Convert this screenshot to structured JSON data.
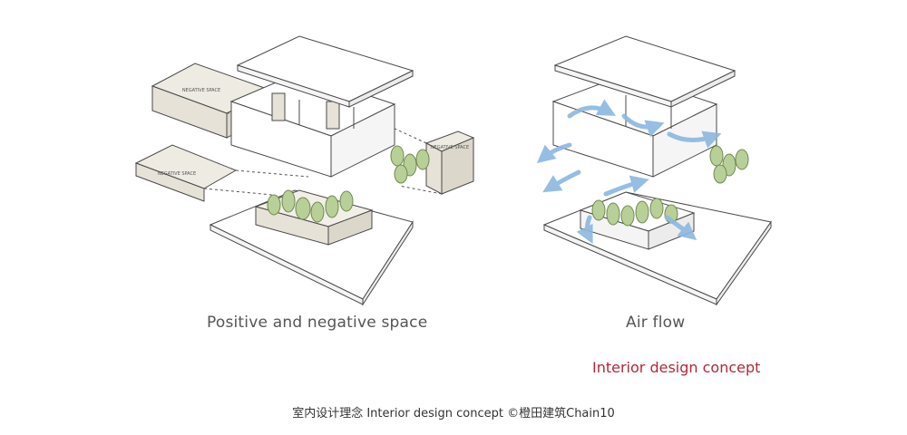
{
  "diagrams": [
    {
      "title": "Positive and negative space",
      "annotations": [
        "NEGATIVE SPACE",
        "NEGATIVE SPACE",
        "NEGATIVE SPACE"
      ]
    },
    {
      "title": "Air flow"
    }
  ],
  "concept_label": "Interior design concept",
  "caption": "室内设计理念 Interior design concept ©橙田建筑Chain10",
  "colors": {
    "line": "#4a4a4a",
    "negative_space_fill": "#e6e2d8",
    "tree_fill": "#b9cf98",
    "tree_stroke": "#6f8a52",
    "air_flow_arrow": "#8bb8e0",
    "concept_text": "#b0283c",
    "caption_text": "#333333"
  }
}
